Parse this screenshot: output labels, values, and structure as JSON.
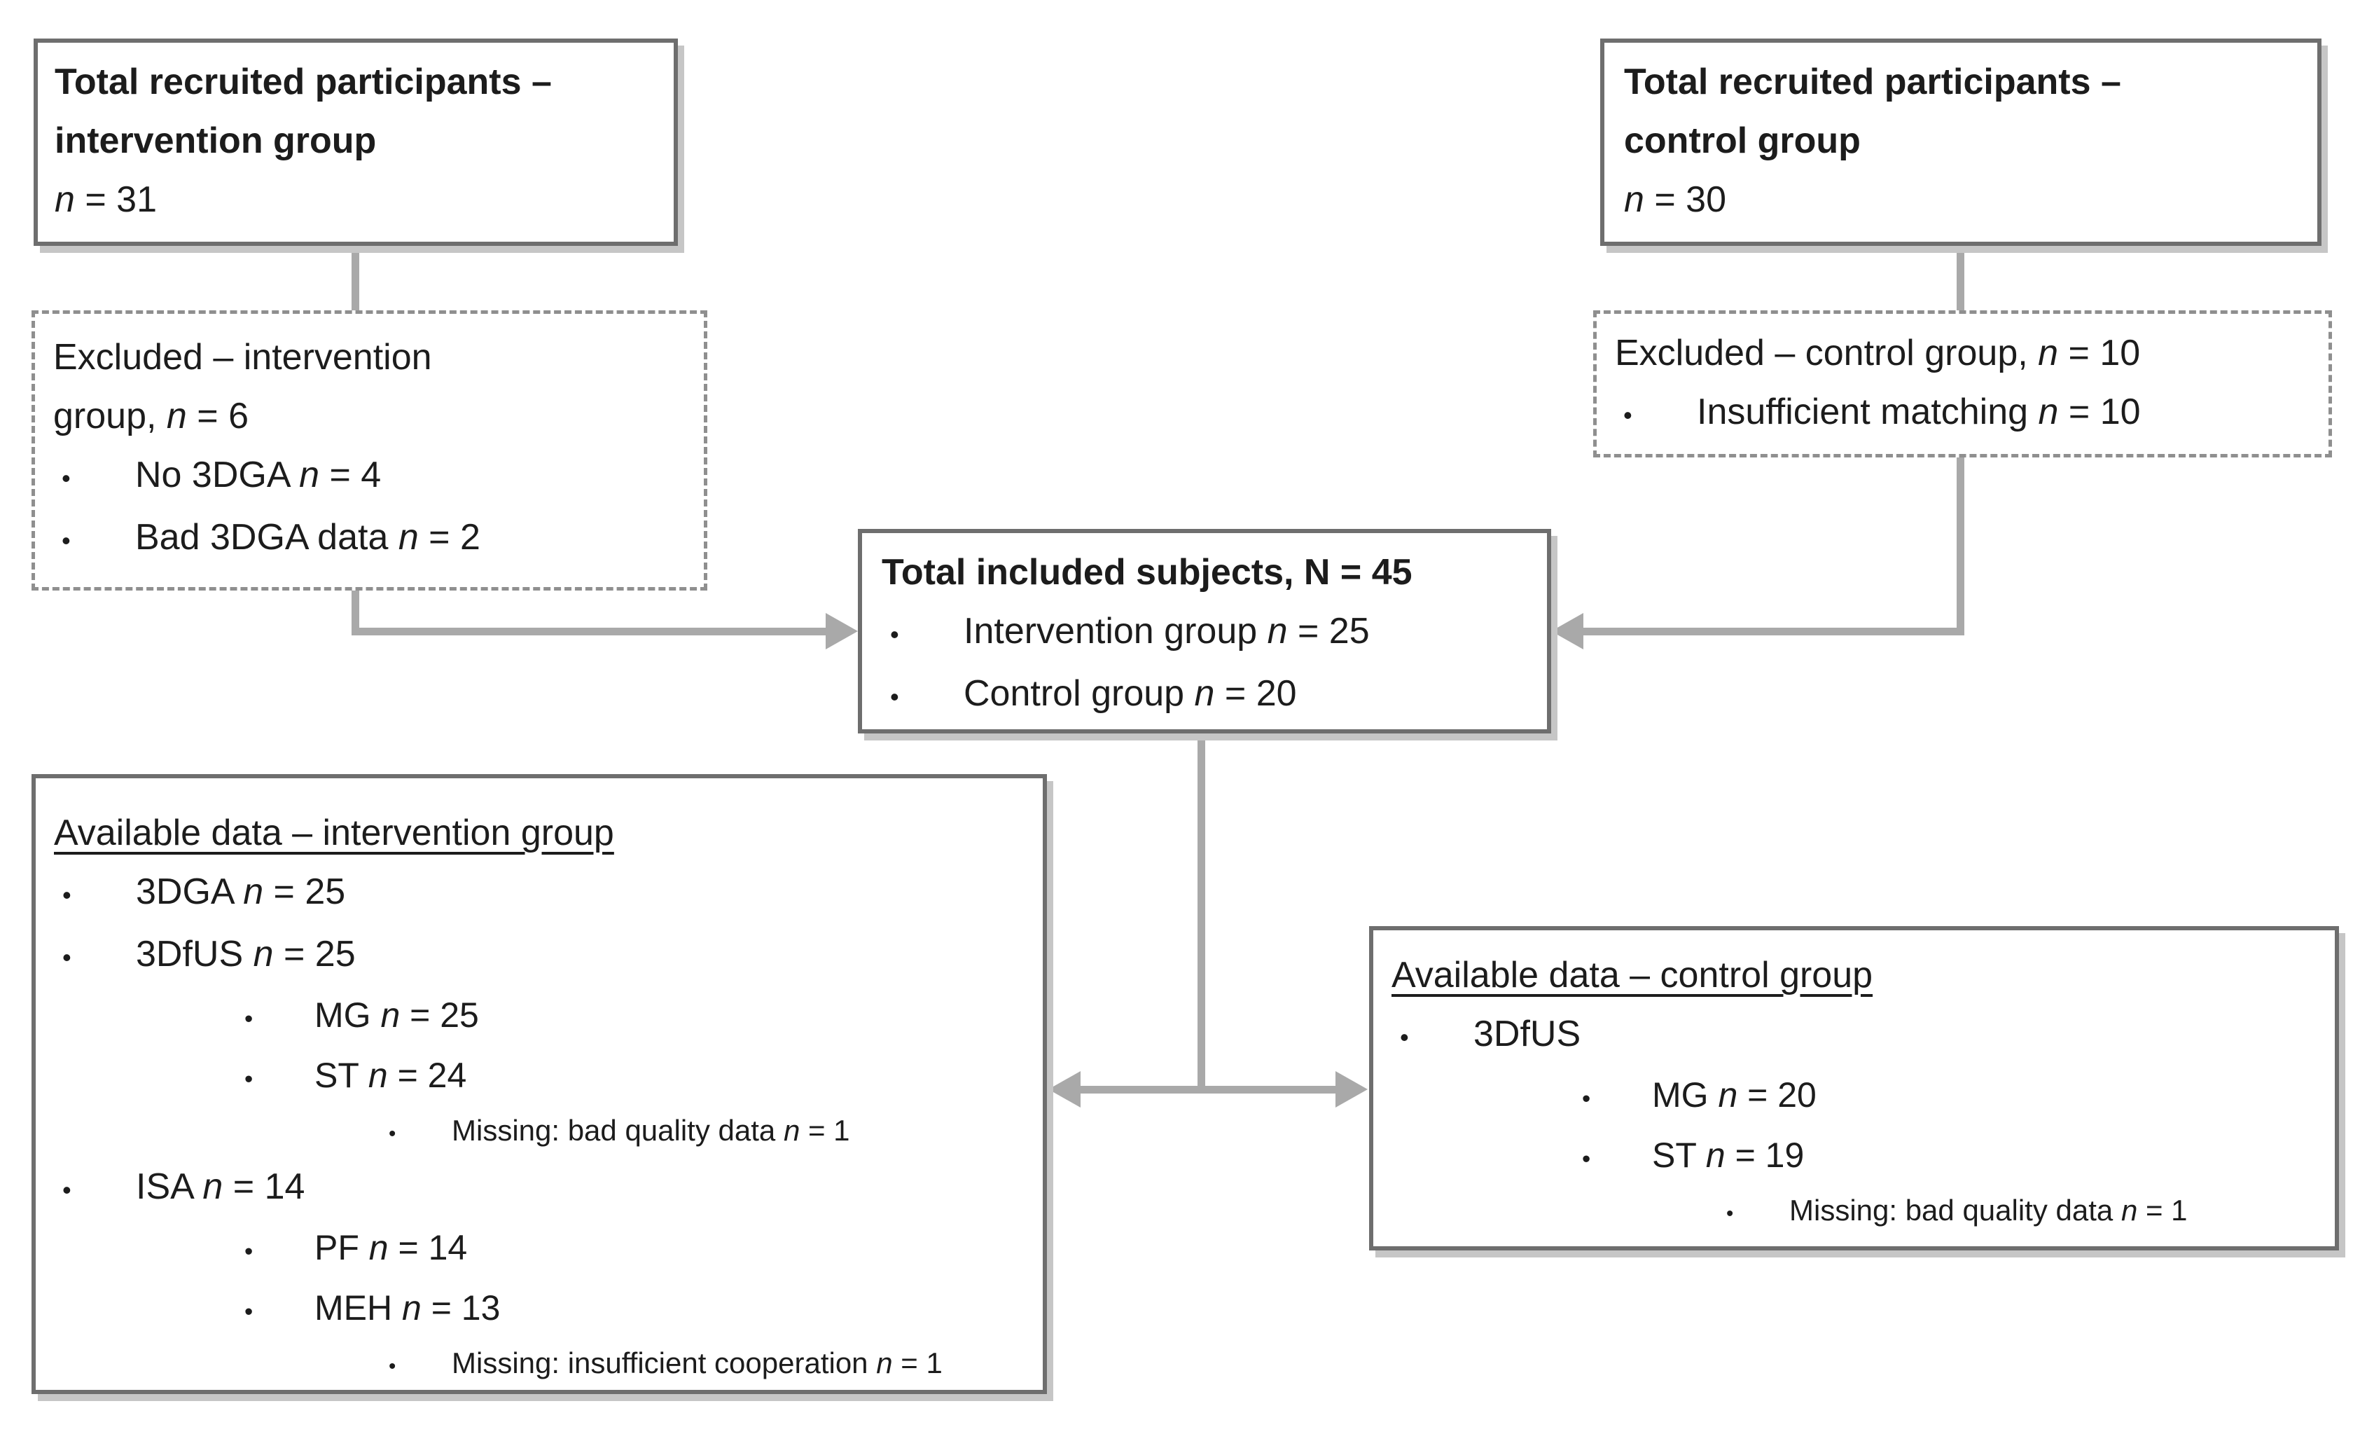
{
  "ui": {
    "bullet": "•"
  },
  "colors": {
    "background": "#ffffff",
    "text": "#1c1c1c",
    "solid_box_border": "#6e6e6e",
    "dashed_box_border": "#8f8f8f",
    "box_shadow": "#c6c6c6",
    "connector": "#a9a9a9"
  },
  "boxes": {
    "recruit_intervention": {
      "lines": [
        {
          "text": "Total recruited participants –"
        },
        {
          "text": "intervention group"
        },
        {
          "text": "n = 31"
        }
      ]
    },
    "recruit_control": {
      "lines": [
        {
          "text": "Total recruited participants –"
        },
        {
          "text": "control group"
        },
        {
          "text": "n = 30"
        }
      ]
    },
    "excluded_intervention": {
      "lines": [
        {
          "text": "Excluded – intervention"
        },
        {
          "text": "group, n = 6"
        },
        {
          "text": "No 3DGA n = 4"
        },
        {
          "text": "Bad 3DGA data n = 2"
        }
      ]
    },
    "excluded_control": {
      "lines": [
        {
          "text": "Excluded – control group, n = 10"
        },
        {
          "text": "Insufficient matching n = 10"
        }
      ]
    },
    "included": {
      "lines": [
        {
          "text": "Total included subjects, N = 45"
        },
        {
          "text": "Intervention group n = 25"
        },
        {
          "text": "Control group n = 20"
        }
      ]
    },
    "available_intervention": {
      "heading": "Available data – intervention group",
      "items": [
        {
          "level": 1,
          "text": "3DGA n = 25"
        },
        {
          "level": 1,
          "text": "3DfUS n = 25"
        },
        {
          "level": 2,
          "text": "MG n = 25"
        },
        {
          "level": 2,
          "text": "ST n = 24"
        },
        {
          "level": 3,
          "text": "Missing: bad quality data n = 1"
        },
        {
          "level": 1,
          "text": "ISA n = 14"
        },
        {
          "level": 2,
          "text": "PF n = 14"
        },
        {
          "level": 2,
          "text": "MEH n = 13"
        },
        {
          "level": 3,
          "text": "Missing: insufficient cooperation n = 1"
        }
      ]
    },
    "available_control": {
      "heading": "Available data – control group",
      "items": [
        {
          "level": 1,
          "text": "3DfUS"
        },
        {
          "level": 2,
          "text": "MG n = 20"
        },
        {
          "level": 2,
          "text": "ST n = 19"
        },
        {
          "level": 3,
          "text": "Missing: bad quality data n = 1"
        }
      ]
    }
  }
}
